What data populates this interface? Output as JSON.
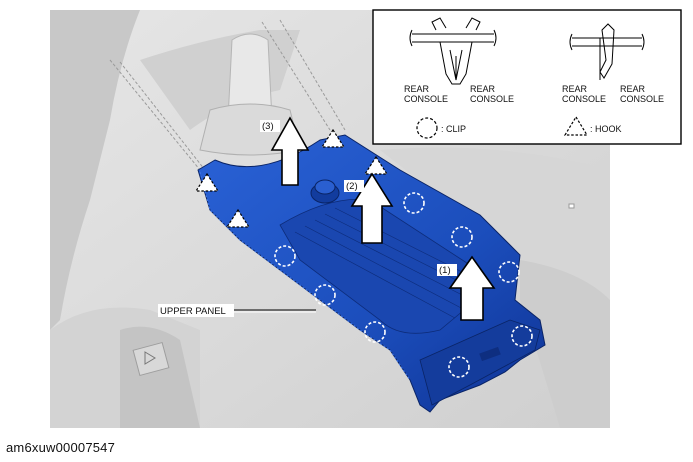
{
  "callouts": {
    "step1": "(1)",
    "step2": "(2)",
    "step3": "(3)",
    "upper_panel": "UPPER PANEL"
  },
  "legend": {
    "clip_detail_left": "REAR",
    "clip_detail_left2": "CONSOLE",
    "clip_detail_right": "REAR",
    "clip_detail_right2": "CONSOLE",
    "hook_detail_left": "REAR",
    "hook_detail_left2": "CONSOLE",
    "hook_detail_right": "REAR",
    "hook_detail_right2": "CONSOLE",
    "clip_label": ": CLIP",
    "hook_label": ": HOOK"
  },
  "figure_id": "am6xuw00007547",
  "colors": {
    "panel_blue": "#1c4fbf",
    "panel_dark": "#0f2f86",
    "background_gray": "#dcdcdc",
    "arrow_fill": "#ffffff",
    "arrow_stroke": "#000000"
  }
}
